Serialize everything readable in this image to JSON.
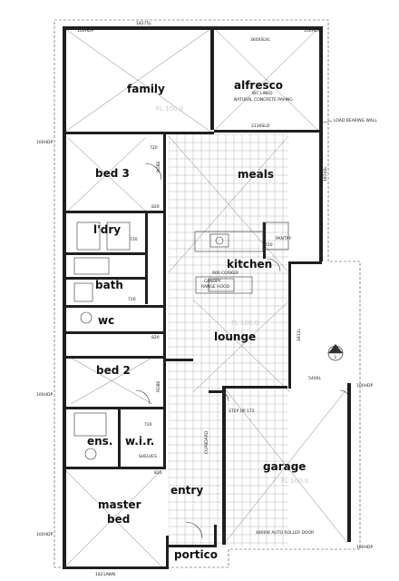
{
  "rooms": {
    "family": "family",
    "alfresco": "alfresco",
    "bed3": "bed 3",
    "meals": "meals",
    "ldry": "l'dry",
    "kitchen": "kitchen",
    "bath": "bath",
    "wc": "wc",
    "lounge": "lounge",
    "bed2": "bed 2",
    "ens": "ens.",
    "wir": "w.i.r.",
    "garage": "garage",
    "entry": "entry",
    "master_bed_line1": "master",
    "master_bed_line2": "bed",
    "portico": "portico"
  },
  "notes": {
    "alfresco_ceiling_1": "WC LINED",
    "alfresco_ceiling_2": "NATURAL CONCRETE PAVING",
    "load_bearing_wall": "LOAD BEARING WALL",
    "canopy_range_hood_1": "CANOPY",
    "canopy_range_hood_2": "RANGE HOOD",
    "cooker": "900 COOKER",
    "pantry": "PANTRY",
    "robe_bed3": "ROBE",
    "robe_bed2": "ROBE",
    "shelves": "SHELVES",
    "step_up": "STEP UP 172",
    "cupboard": "CUPBOARD",
    "roller_door": "4800W AUTO ROLLER DOOR",
    "section_a": "A",
    "section_num": "3",
    "ffl_family": "FL 100.0",
    "ffl_lounge": "FL 100.0",
    "ffl_garage": "FL 100.0"
  },
  "dimensions": {
    "top_width": "18275L",
    "alfresco_left": "3604SLVL",
    "meals_width": "2130SLD",
    "bed3_door": "720",
    "bed3_robe": "820",
    "ldry_door": "720",
    "pantry_door": "720",
    "bed2_door": "820",
    "wc_door": "720",
    "wir_door": "720",
    "entry_door": "820",
    "bottom_width": "1821AWN",
    "lounge_right": "1813L",
    "meals_right": "1824SL",
    "garage_width": "5400L",
    "corner_tl": "100HDP",
    "corner_tr": "100HDP",
    "corner_right": "100HDP",
    "corner_br": "100HDP",
    "corner_bl": "100HDP",
    "side_left_1": "100HDP",
    "side_left_2": "100HDP"
  }
}
